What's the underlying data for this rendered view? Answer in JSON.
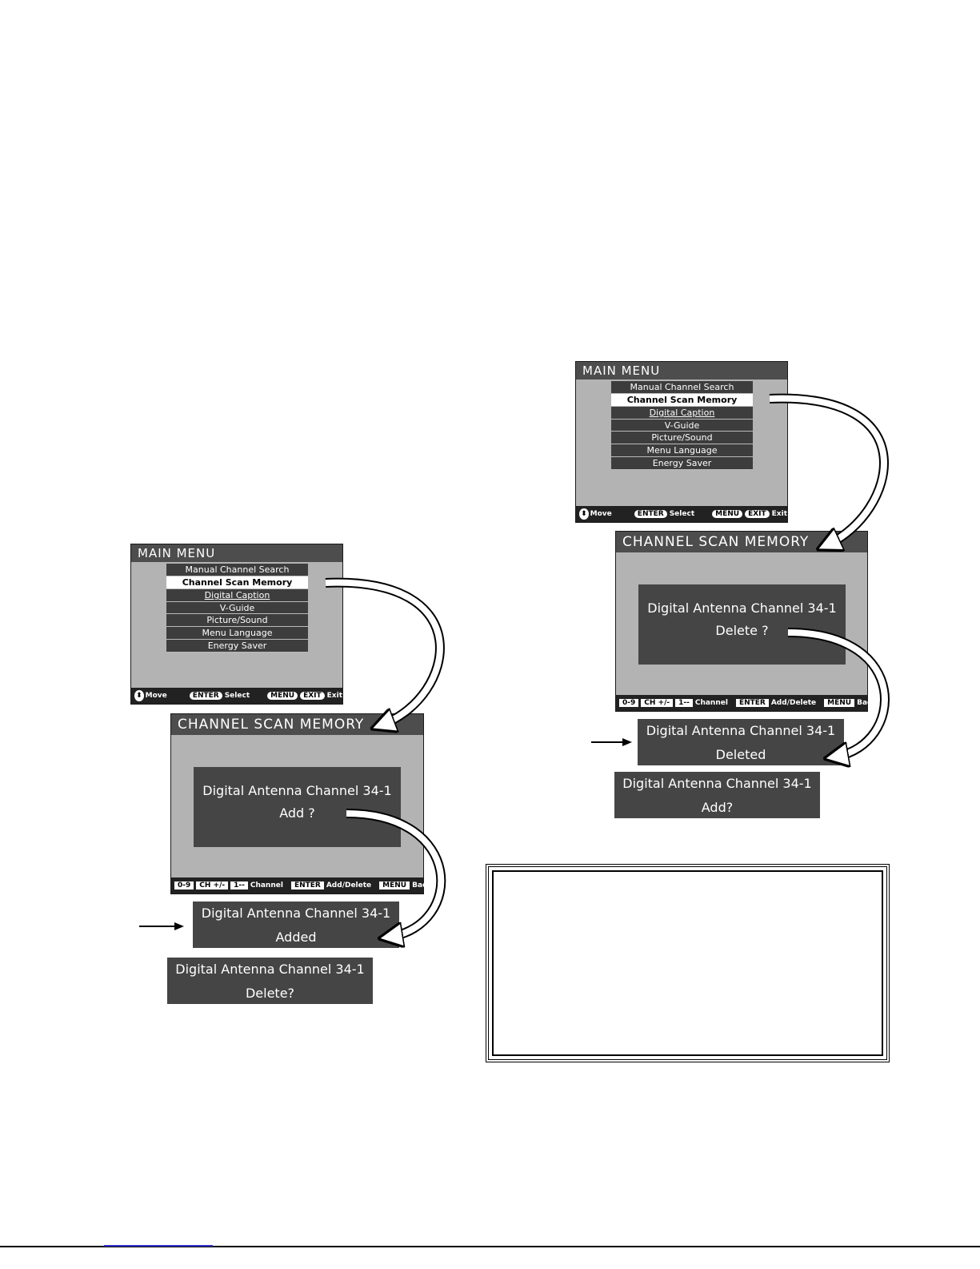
{
  "main_menu": {
    "title": "MAIN MENU",
    "items": [
      {
        "label": "Manual Channel Search"
      },
      {
        "label": "Channel Scan Memory"
      },
      {
        "label": "Digital Caption"
      },
      {
        "label": "V-Guide"
      },
      {
        "label": "Picture/Sound"
      },
      {
        "label": "Menu Language"
      },
      {
        "label": "Energy Saver"
      }
    ],
    "footer": {
      "move": "Move",
      "enter_key": "ENTER",
      "select": "Select",
      "menu_key": "MENU",
      "exit_key": "EXIT",
      "exit": "Exit"
    }
  },
  "scan_memory": {
    "title": "CHANNEL SCAN MEMORY",
    "footer": {
      "key_digits": "0-9",
      "key_ch": "CH +/-",
      "key_dash": "1--",
      "channel": "Channel",
      "enter_key": "ENTER",
      "add_delete": "Add/Delete",
      "menu_key": "MENU",
      "back": "Back"
    }
  },
  "left_flow": {
    "dialog_line1": "Digital Antenna Channel 34-1",
    "dialog_line2": "Add ?",
    "result_line1": "Digital Antenna Channel 34-1",
    "result_line2": "Added",
    "next_line1": "Digital Antenna Channel 34-1",
    "next_line2": "Delete?"
  },
  "right_flow": {
    "dialog_line1": "Digital Antenna Channel 34-1",
    "dialog_line2": "Delete ?",
    "result_line1": "Digital Antenna Channel 34-1",
    "result_line2": "Deleted",
    "next_line1": "Digital Antenna Channel 34-1",
    "next_line2": "Add?"
  },
  "icons": [
    "up-down-move-icon",
    "right-arrow-pointer-icon",
    "curved-flow-arrow-icon"
  ]
}
